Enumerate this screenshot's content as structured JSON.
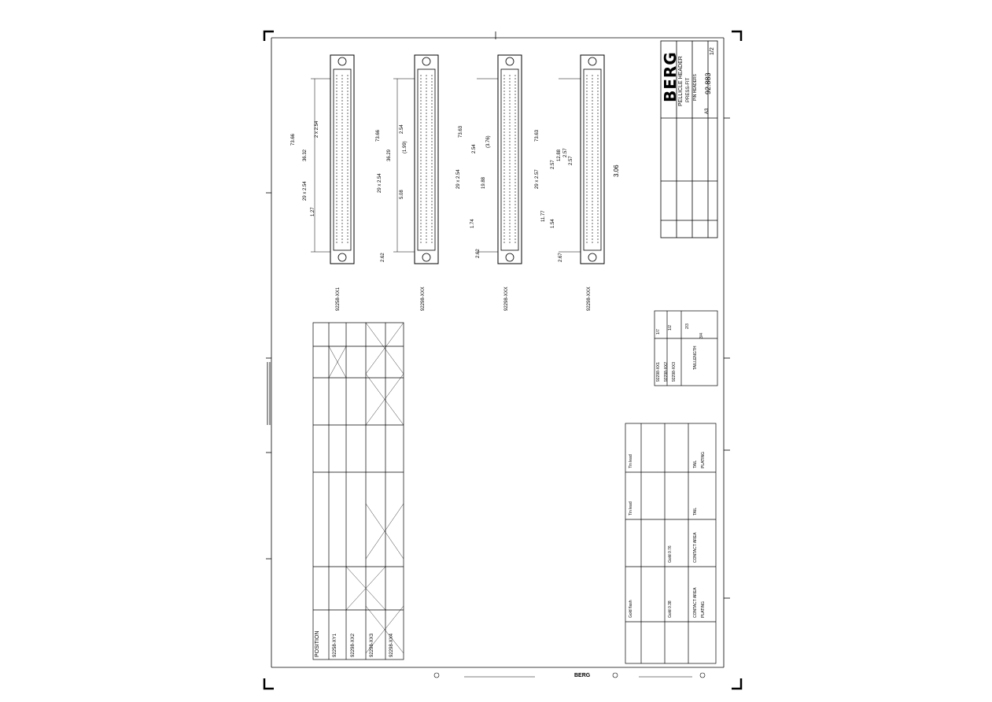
{
  "drawing": {
    "brand": "BERG",
    "footer_brand": "BERG",
    "title_lines": [
      "PELLICLE HEADER",
      "PRESS-FIT",
      "PIN HEADERS"
    ],
    "drawing_number": "92.883",
    "sheet": "1/2",
    "size": "A3",
    "scale": "3.06",
    "parts": [
      "92258-XX1",
      "92298-XXX",
      "92298-XXX",
      "92298-XXX"
    ],
    "dimensions": {
      "overall_a": "73.66",
      "pitch_a": "29 x 2.54",
      "pitch_b": "2 x 2.54",
      "d1": "1.27",
      "d2": "36.32",
      "overall_b": "73.66",
      "pitch_c": "29 x 2.54",
      "d3": "36.29",
      "d4": "2.54",
      "d5": "(1.99)",
      "d6": "2.62",
      "d7": "5.08",
      "overall_c": "73.63",
      "pitch_d": "29 x 2.54",
      "d8": "2.54",
      "d9": "(3.76)",
      "d10": "19.88",
      "d11": "1.74",
      "d12": "2.62",
      "d13": "73.63",
      "pitch_e": "29 x 2.57",
      "d14": "2.57",
      "d15": "12.88",
      "d16": "2.57",
      "d17": "1.54",
      "d18": "2.57",
      "d19": "11.77",
      "d20": "2.67"
    },
    "table": {
      "header": "POSITION",
      "rows": [
        "92258-XY1",
        "92298-XX2",
        "92298-XX3",
        "92298-XX4"
      ]
    },
    "revision_table": {
      "rows": [
        "92298-XX1",
        "92298-XX2",
        "92298-XX3"
      ],
      "labels": [
        "1/7",
        "1/2",
        "2/3",
        "3/4"
      ],
      "note": "TAILLENGTH"
    },
    "notes": {
      "lines": [
        "CONTACT AREA",
        "PLATING",
        "CONTACT AREA",
        "TAIL",
        "TAIL",
        "PLATING"
      ],
      "values": [
        "Gold flash",
        "Gold 0.38",
        "Gold 0.76",
        "Tin lead",
        "Tin lead"
      ]
    }
  }
}
